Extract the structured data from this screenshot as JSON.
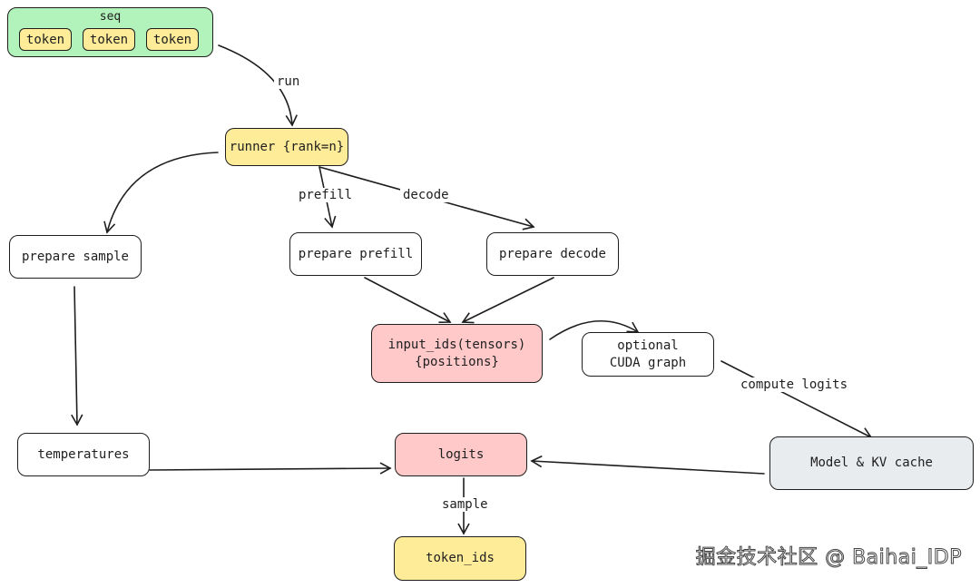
{
  "nodes": {
    "seq": {
      "label": "seq",
      "tokens": [
        "token",
        "token",
        "token"
      ]
    },
    "runner": "runner {rank=n}",
    "prepare_sample": "prepare sample",
    "prepare_prefill": "prepare prefill",
    "prepare_decode": "prepare decode",
    "input_ids": [
      "input_ids(tensors)",
      "{positions}"
    ],
    "cuda_graph": [
      "optional",
      "CUDA graph"
    ],
    "temperatures": "temperatures",
    "logits": "logits",
    "model_kv": "Model & KV cache",
    "token_ids": "token_ids"
  },
  "edges": {
    "run": "run",
    "prefill": "prefill",
    "decode": "decode",
    "compute_logits": "compute logits",
    "sample": "sample"
  },
  "watermark": "掘金技术社区 @ Baihai_IDP",
  "colors": {
    "yellow": "#ffec99",
    "red": "#ffc9c9",
    "gray": "#e9ecef",
    "green": "#b2f2bb",
    "stroke": "#1e1e1e"
  }
}
